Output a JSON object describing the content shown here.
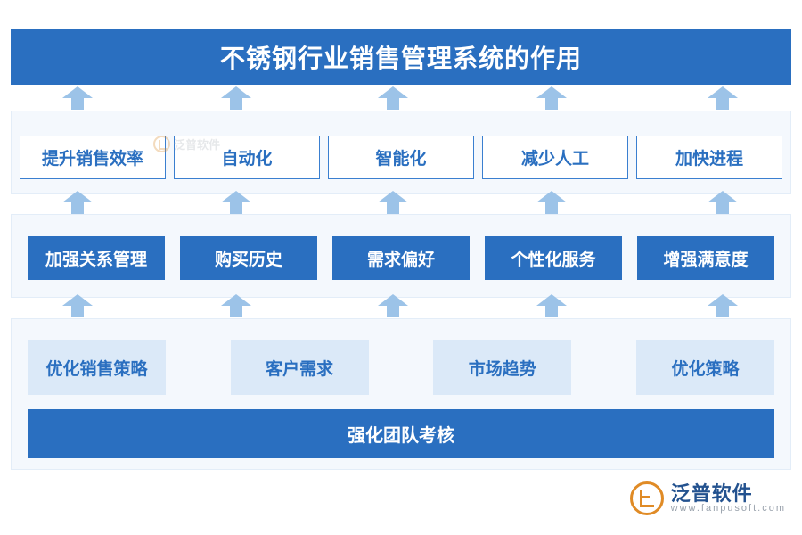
{
  "header": {
    "title": "不锈钢行业销售管理系统的作用"
  },
  "rows": {
    "row1": {
      "name": "benefits-row",
      "items": [
        {
          "label": "提升销售效率"
        },
        {
          "label": "自动化"
        },
        {
          "label": "智能化"
        },
        {
          "label": "减少人工"
        },
        {
          "label": "加快进程"
        }
      ]
    },
    "row2": {
      "name": "customer-row",
      "items": [
        {
          "label": "加强关系管理"
        },
        {
          "label": "购买历史"
        },
        {
          "label": "需求偏好"
        },
        {
          "label": "个性化服务"
        },
        {
          "label": "增强满意度"
        }
      ]
    },
    "row3": {
      "name": "strategy-row",
      "items": [
        {
          "label": "优化销售策略"
        },
        {
          "label": "客户需求"
        },
        {
          "label": "市场趋势"
        },
        {
          "label": "优化策略"
        }
      ]
    },
    "row4": {
      "name": "foundation-row",
      "label": "强化团队考核"
    }
  },
  "arrows": {
    "icon": "arrow-up-icon",
    "count_top": 5,
    "count_mid": 5,
    "count_low": 5
  },
  "watermark": {
    "center_text": "泛普软件",
    "icon": "fanpu-mark-icon"
  },
  "brand": {
    "icon": "fanpu-logo-icon",
    "name_cn": "泛普软件",
    "name_en": "www.fanpusoft.com"
  },
  "colors": {
    "primary": "#2a6fc0",
    "tint": "#dbe9f8",
    "band": "#f4f8fd",
    "arrow": "#9cc3e8",
    "brand_orange": "#e08b26"
  }
}
